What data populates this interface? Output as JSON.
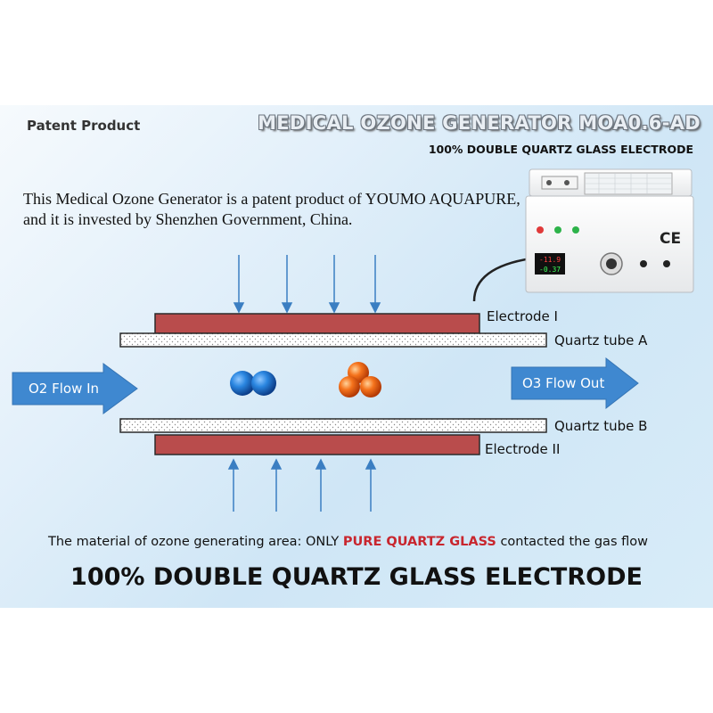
{
  "header": {
    "patent_label": "Patent Product",
    "title": "MEDICAL OZONE GENERATOR MOA0.6-AD",
    "subtitle": "100% DOUBLE QUARTZ GLASS ELECTRODE"
  },
  "intro_text": "This Medical Ozone Generator is a patent product of YOUMO AQUAPURE, and it is invested by Shenzhen Government, China.",
  "device": {
    "display_top": "-11.9",
    "display_bottom": "-0.37",
    "ce_mark": "CE"
  },
  "diagram": {
    "electrode_1": "Electrode I",
    "quartz_a": "Quartz tube A",
    "flow_in": "O2 Flow In",
    "flow_out": "O3 Flow Out",
    "quartz_b": "Quartz tube B",
    "electrode_2": "Electrode II"
  },
  "footer": {
    "material_prefix": "The material of ozone generating area: ONLY ",
    "material_highlight": "PURE QUARTZ GLASS",
    "material_suffix": " contacted the gas flow",
    "bottom_title": "100% DOUBLE QUARTZ GLASS ELECTRODE"
  },
  "colors": {
    "electrode": "#b94c4c",
    "arrow": "#3a7ec2",
    "flow_arrow": "#3f88d0",
    "o2_molecule": "#1f6fc8",
    "o3_molecule": "#f06a1a",
    "highlight": "#c8262e"
  }
}
